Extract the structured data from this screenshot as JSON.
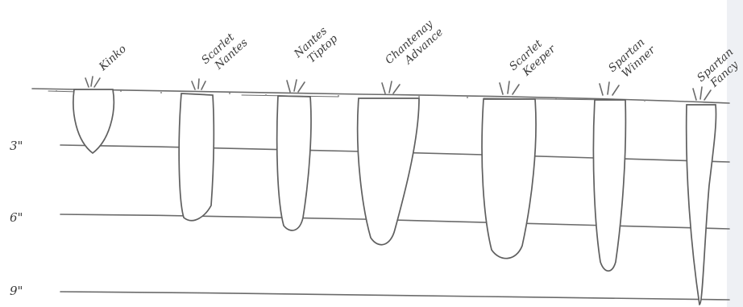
{
  "depth_marks": [
    {
      "label": "3\""
    },
    {
      "label": "6\""
    },
    {
      "label": "9\""
    }
  ],
  "varieties": [
    {
      "line1": "Kinko",
      "line2": ""
    },
    {
      "line1": "Scarlet",
      "line2": "Nantes"
    },
    {
      "line1": "Nantes",
      "line2": "Tiptop"
    },
    {
      "line1": "Chantenay",
      "line2": "Advance"
    },
    {
      "line1": "Scarlet",
      "line2": "Keeper"
    },
    {
      "line1": "Spartan",
      "line2": "Winner"
    },
    {
      "line1": "Spartan",
      "line2": "Fancy"
    }
  ]
}
